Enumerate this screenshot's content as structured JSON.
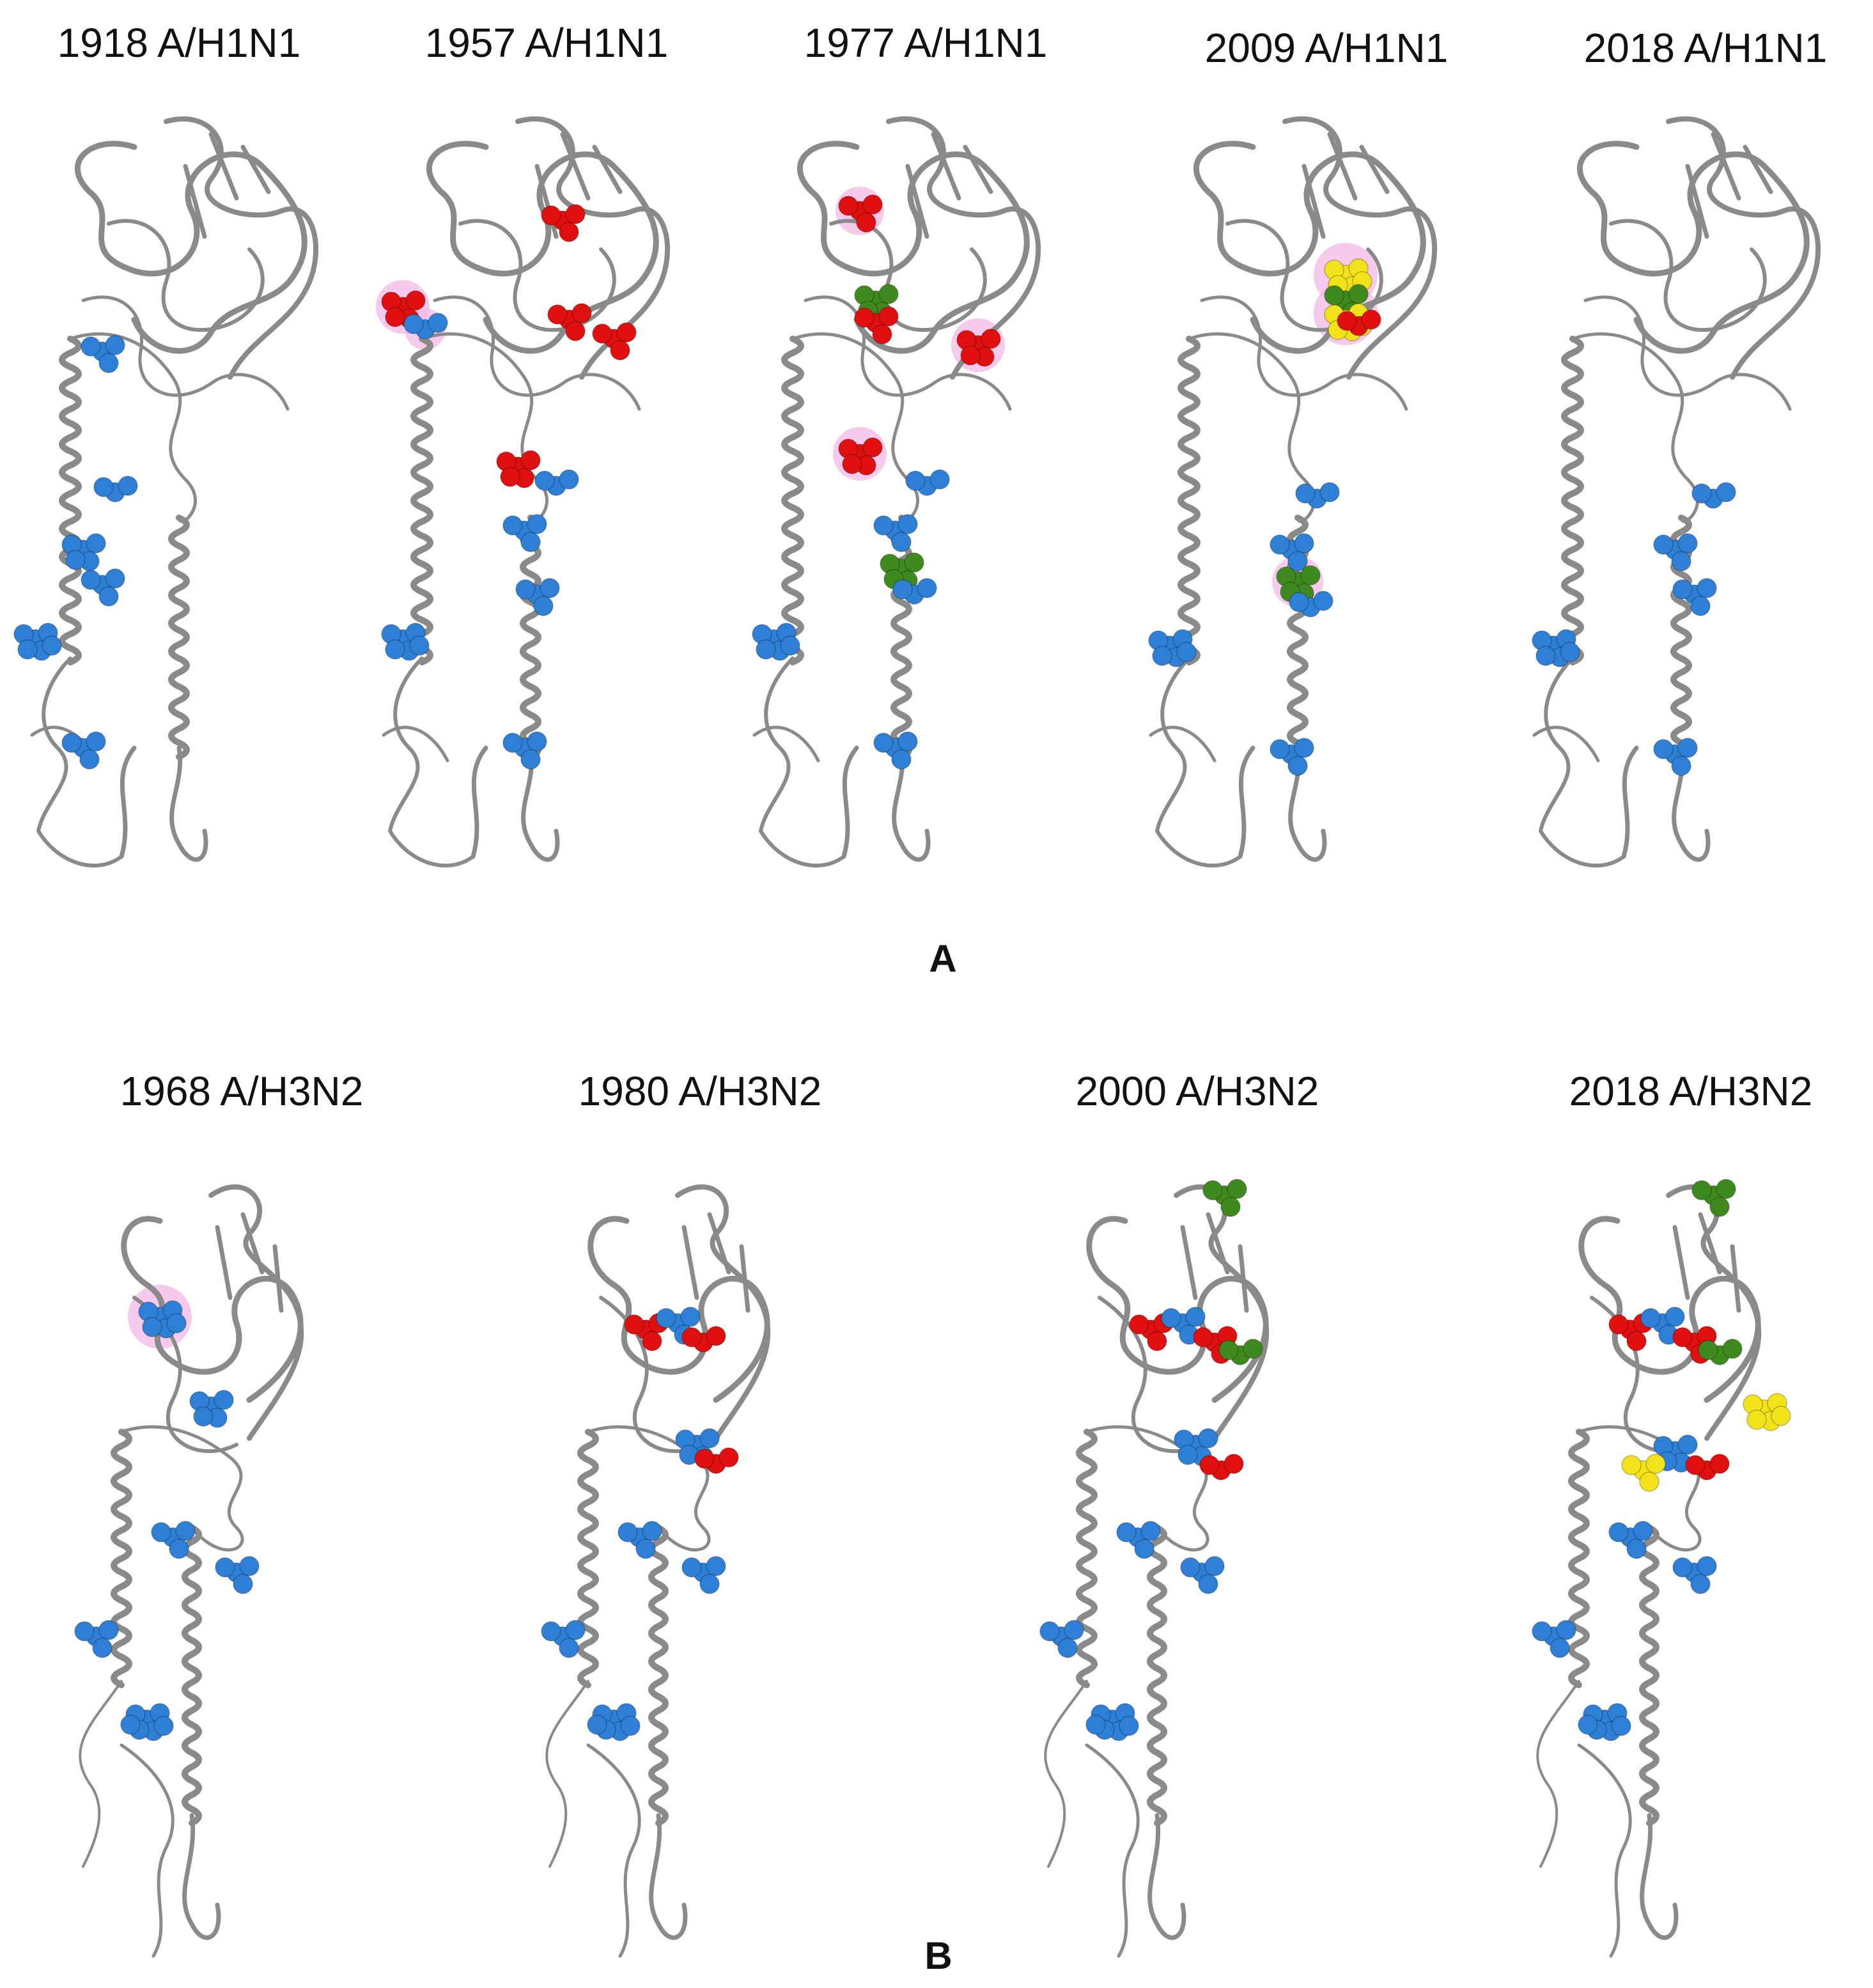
{
  "panel_a": {
    "letter": "A",
    "labels": [
      "1918 A/H1N1",
      "1957 A/H1N1",
      "1977 A/H1N1",
      "2009 A/H1N1",
      "2018 A/H1N1"
    ]
  },
  "panel_b": {
    "letter": "B",
    "labels": [
      "1968 A/H3N2",
      "1980 A/H3N2",
      "2000 A/H3N2",
      "2018 A/H3N2"
    ]
  },
  "colors": {
    "ribbon": "#8a8a8a",
    "site_blue": "#2e7fd6",
    "site_red": "#e01010",
    "site_green": "#3f8a1e",
    "site_yellow": "#f2e21a",
    "halo_pink": "#f2b8e6"
  }
}
